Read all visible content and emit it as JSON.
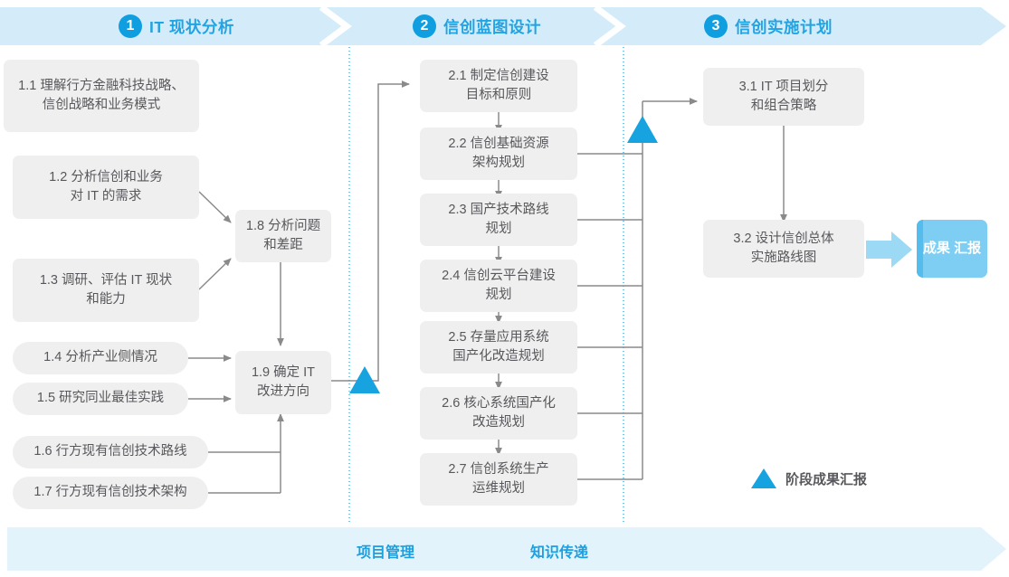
{
  "phases": [
    {
      "number": "1",
      "title": "IT 现状分析"
    },
    {
      "number": "2",
      "title": "信创蓝图设计"
    },
    {
      "number": "3",
      "title": "信创实施计划"
    }
  ],
  "phase1_boxes": [
    {
      "id": "1.1",
      "line1": "1.1 理解行方金融科技战略、",
      "line2": "信创战略和业务模式"
    },
    {
      "id": "1.2",
      "line1": "1.2 分析信创和业务",
      "line2": "对 IT 的需求"
    },
    {
      "id": "1.3",
      "line1": "1.3 调研、评估 IT 现状",
      "line2": "和能力"
    },
    {
      "id": "1.4",
      "line1": "1.4 分析产业侧情况",
      "line2": ""
    },
    {
      "id": "1.5",
      "line1": "1.5 研究同业最佳实践",
      "line2": ""
    },
    {
      "id": "1.6",
      "line1": "1.6 行方现有信创技术路线",
      "line2": ""
    },
    {
      "id": "1.7",
      "line1": "1.7 行方现有信创技术架构",
      "line2": ""
    },
    {
      "id": "1.8",
      "line1": "1.8 分析问题",
      "line2": "和差距"
    },
    {
      "id": "1.9",
      "line1": "1.9 确定 IT",
      "line2": "改进方向"
    }
  ],
  "phase2_boxes": [
    {
      "id": "2.1",
      "line1": "2.1 制定信创建设",
      "line2": "目标和原则"
    },
    {
      "id": "2.2",
      "line1": "2.2 信创基础资源",
      "line2": "架构规划"
    },
    {
      "id": "2.3",
      "line1": "2.3 国产技术路线",
      "line2": "规划"
    },
    {
      "id": "2.4",
      "line1": "2.4 信创云平台建设",
      "line2": "规划"
    },
    {
      "id": "2.5",
      "line1": "2.5 存量应用系统",
      "line2": "国产化改造规划"
    },
    {
      "id": "2.6",
      "line1": "2.6 核心系统国产化",
      "line2": "改造规划"
    },
    {
      "id": "2.7",
      "line1": "2.7 信创系统生产",
      "line2": "运维规划"
    }
  ],
  "phase3_boxes": [
    {
      "id": "3.1",
      "line1": "3.1 IT 项目划分",
      "line2": "和组合策略"
    },
    {
      "id": "3.2",
      "line1": "3.2 设计信创总体",
      "line2": "实施路线图"
    }
  ],
  "result_chip": {
    "line1": "成果",
    "line2": "汇报"
  },
  "legend": {
    "label": "阶段成果汇报"
  },
  "footer": {
    "left_label": "项目管理",
    "right_label": "知识传递"
  },
  "colors": {
    "accent_blue": "#17a3e0",
    "band_blue": "#d4ecfa",
    "footer_band_blue": "#e3f3fc",
    "box_grey": "#efefef",
    "text_grey": "#58585c",
    "chip_blue": "#7ecef4",
    "connector_grey": "#8a8a8a"
  }
}
